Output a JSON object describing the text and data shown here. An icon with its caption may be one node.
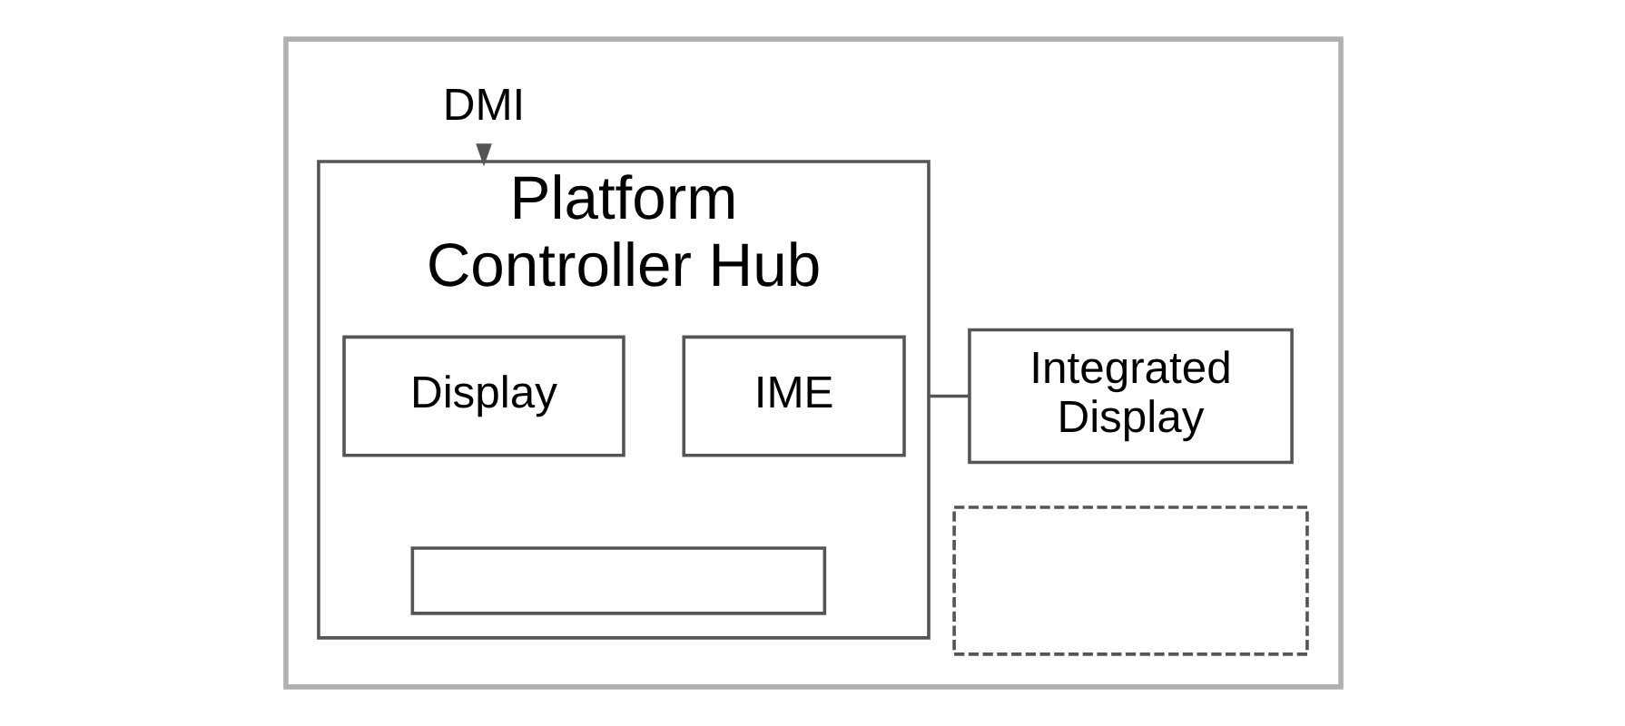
{
  "diagram": {
    "nodes": [
      {
        "text": [],
        "shape": "box"
      },
      {
        "text": [
          "DMI"
        ],
        "in": 0
      },
      {
        "text": [
          "Platform Controller Hub"
        ],
        "in": 0
      },
      {
        "text": [
          "Integrated Display"
        ],
        "in": 0
      },
      {
        "text": [
          "Display"
        ],
        "in": 2
      },
      {
        "text": [
          "IME"
        ],
        "in": 2
      },
      {
        "text": [],
        "shape": "box",
        "in": 2
      },
      {
        "text": [],
        "shape": "box",
        "in": 0
      }
    ],
    "edges": [
      {
        "from": 1,
        "to": 2,
        "arrow": "to"
      },
      {
        "from": 2,
        "to": 3,
        "arrow": "none"
      }
    ]
  }
}
